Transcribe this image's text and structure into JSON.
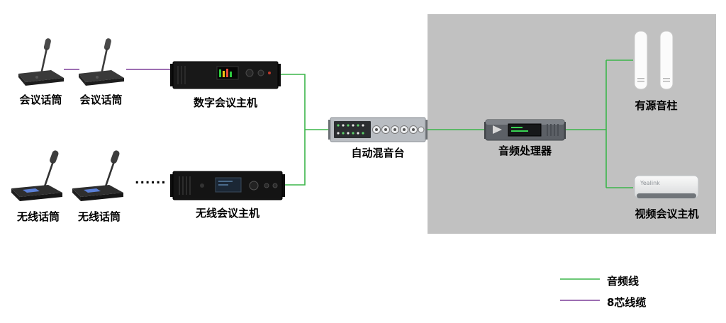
{
  "colors": {
    "page_bg": "#ffffff",
    "panel_bg": "#c1c1c1",
    "audio_line": "#3cb54a",
    "cable8_line": "#7d3f98"
  },
  "nodes": {
    "mic1": {
      "label": "会议话筒"
    },
    "mic2": {
      "label": "会议话筒"
    },
    "digital_host": {
      "label": "数字会议主机"
    },
    "wireless_mic1": {
      "label": "无线话筒"
    },
    "wireless_mic2": {
      "label": "无线话筒"
    },
    "ellipsis": "......",
    "wireless_host": {
      "label": "无线会议主机"
    },
    "mixer": {
      "label": "自动混音台"
    },
    "processor": {
      "label": "音频处理器"
    },
    "speakers": {
      "label": "有源音柱"
    },
    "video_host": {
      "label": "视频会议主机",
      "brand": "Yealink"
    }
  },
  "legend": [
    {
      "label": "音频线",
      "type": "audio"
    },
    {
      "label": "8芯线缆",
      "type": "cable8"
    }
  ]
}
